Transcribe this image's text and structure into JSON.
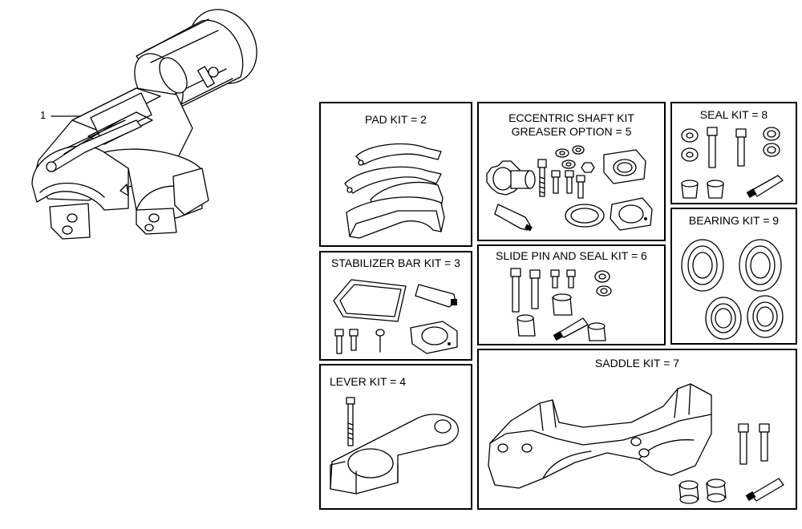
{
  "callout": {
    "label": "1"
  },
  "kits": [
    {
      "id": "pad",
      "title": "PAD KIT = 2"
    },
    {
      "id": "eccentric",
      "title": "ECCENTRIC SHAFT KIT\nGREASER OPTION  = 5"
    },
    {
      "id": "seal",
      "title": "SEAL KIT  = 8"
    },
    {
      "id": "stabilizer",
      "title": "STABILIZER BAR KIT = 3"
    },
    {
      "id": "slide",
      "title": "SLIDE PIN AND SEAL KIT  = 6"
    },
    {
      "id": "bearing",
      "title": "BEARING KIT = 9"
    },
    {
      "id": "lever",
      "title": "LEVER KIT = 4"
    },
    {
      "id": "saddle",
      "title": "SADDLE KIT = 7"
    }
  ]
}
